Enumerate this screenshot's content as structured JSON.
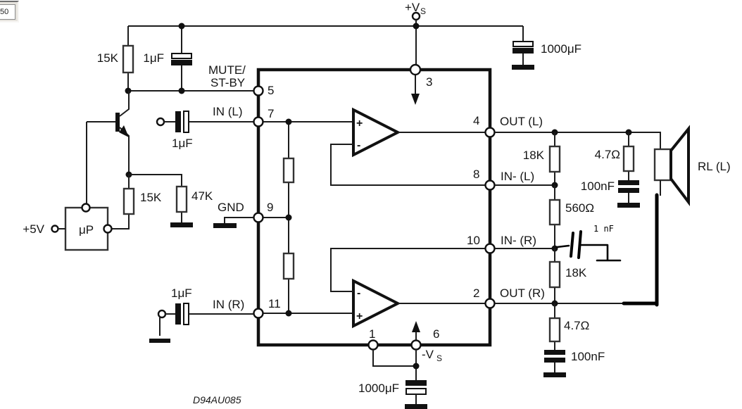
{
  "artifact": {
    "value": "50"
  },
  "labels": {
    "part_code": "D94AU085",
    "vs_plus_main": "+V",
    "vs_sub": "S",
    "vs_minus_main": "-V",
    "plus5v": "+5V",
    "micro": "μP",
    "gnd": "GND",
    "mute1": "MUTE/",
    "mute2": "ST-BY",
    "in_l": "IN (L)",
    "in_r": "IN (R)",
    "out_l": "OUT (L)",
    "out_r": "OUT (R)",
    "in_minus_l": "IN- (L)",
    "in_minus_r": "IN- (R)",
    "rl_l": "RL (L)",
    "r15k_top": "15K",
    "r15k_2": "15K",
    "r47k": "47K",
    "r18k_1": "18K",
    "r18k_2": "18K",
    "r560": "560Ω",
    "r47ohm_1": "4.7Ω",
    "r47ohm_2": "4.7Ω",
    "c1uf_top": "1μF",
    "c1uf_inl": "1μF",
    "c1uf_inr": "1μF",
    "c1000_top": "1000μF",
    "c1000_bot": "1000μF",
    "c100n_1": "100nF",
    "c100n_2": "100nF",
    "c1nf": "1 nF",
    "pin1": "1",
    "pin2": "2",
    "pin3": "3",
    "pin4": "4",
    "pin5": "5",
    "pin6": "6",
    "pin7": "7",
    "pin8": "8",
    "pin9": "9",
    "pin10": "10",
    "pin11": "11",
    "op_plus": "+",
    "op_minus": "-"
  },
  "colors": {
    "ink": "#161616",
    "background": "#ffffff"
  }
}
